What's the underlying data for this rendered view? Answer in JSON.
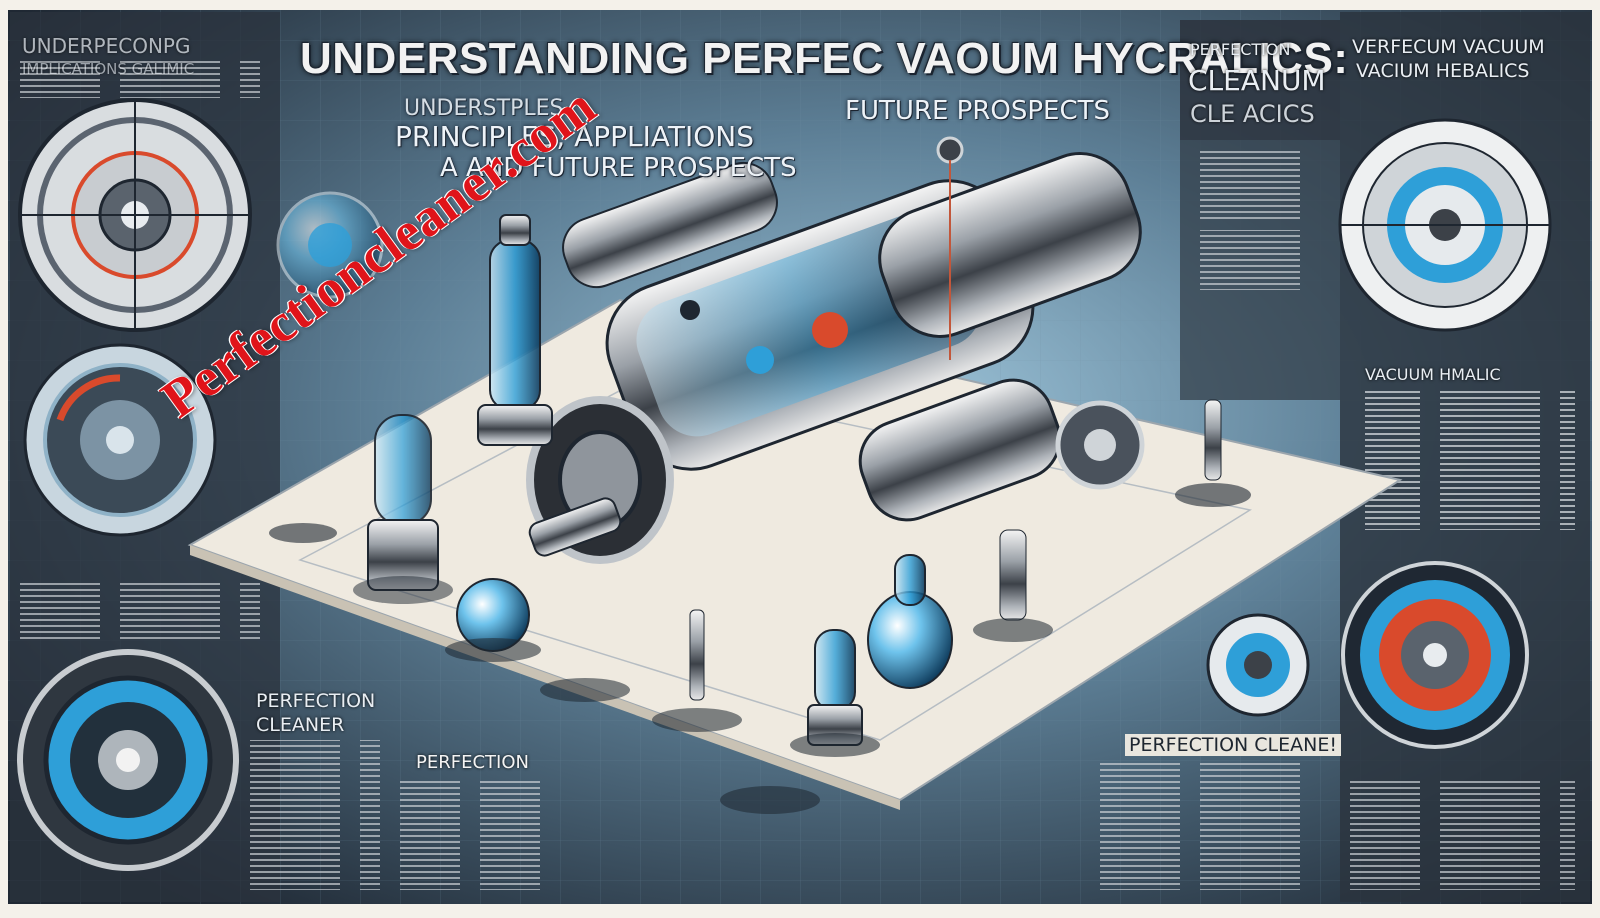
{
  "header": {
    "title": "UNDERSTANDING PERFEC VAOUM HYCRALICS:",
    "subtitle_line1": "UNDERSTPLES",
    "subtitle_line1b": "FUTURE PROSPECTS",
    "subtitle_line2": "PRINCIPLES, APPLIATIONS",
    "subtitle_line3": "A AND FUTURE PROSPECTS"
  },
  "top_left_faded": {
    "line1": "UNDERPECONPG",
    "line2": "IMPLICATIONS GALIMIC"
  },
  "right_panel": {
    "label1": "PERFECTION",
    "label2": "CLEANUM",
    "label3": "CLE ACICS",
    "label4": "VERFECUM VACUUM",
    "label5": "VACIUM HEBALICS",
    "label6": "VACUUM HMALIC"
  },
  "bottom_labels": {
    "perfection_cleaner": "PERFECTION",
    "perfection_cleaner_2": "CLEANER",
    "perfection": "PERFECTION",
    "perfection_cleaner_right": "PERFECTION CLEANE!"
  },
  "watermark": {
    "text": "Perfectioncleaner.com"
  },
  "colors": {
    "background_dark": "#2b3440",
    "panel_light": "#f1ede3",
    "accent_blue": "#2e9fd8",
    "accent_red": "#d94a2c",
    "watermark_red": "#e0141a",
    "metal": "#8f959c"
  }
}
